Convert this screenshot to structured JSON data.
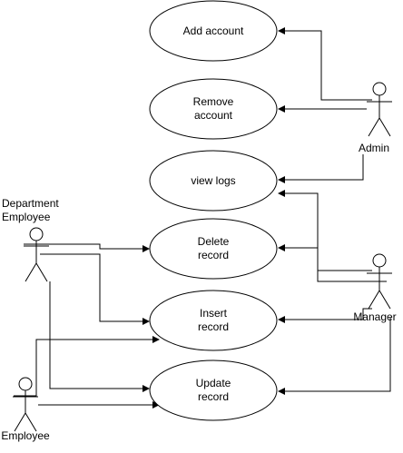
{
  "use_cases": {
    "add_account": [
      "Add account"
    ],
    "remove_account": [
      "Remove",
      "account"
    ],
    "view_logs": [
      "view logs"
    ],
    "delete_record": [
      "Delete",
      "record"
    ],
    "insert_record": [
      "Insert",
      "record"
    ],
    "update_record": [
      "Update",
      "record"
    ]
  },
  "actors": {
    "admin": [
      "Admin"
    ],
    "manager": [
      "Manager"
    ],
    "department_employee": [
      "Department",
      "Employee"
    ],
    "employee": [
      "Employee"
    ]
  }
}
